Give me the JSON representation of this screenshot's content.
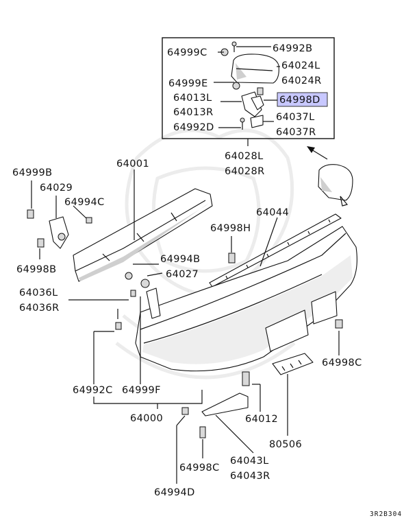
{
  "diagram": {
    "highlight_color": "#c8c8ff",
    "reference_code": "3R2B304",
    "inset_labels": {
      "p64999C": "64999C",
      "p64992B": "64992B",
      "p64024L": "64024L",
      "p64024R": "64024R",
      "p64999E": "64999E",
      "p64013L": "64013L",
      "p64013R": "64013R",
      "p64998D": "64998D",
      "p64037L": "64037L",
      "p64037R": "64037R",
      "p64992D": "64992D",
      "p64028L": "64028L",
      "p64028R": "64028R"
    },
    "labels": {
      "p64999B": "64999B",
      "p64029": "64029",
      "p64994C": "64994C",
      "p64998B": "64998B",
      "p64001": "64001",
      "p64044": "64044",
      "p64998H": "64998H",
      "p64994B": "64994B",
      "p64027": "64027",
      "p64036L": "64036L",
      "p64036R": "64036R",
      "p64998C_right": "64998C",
      "p64992C": "64992C",
      "p64999F": "64999F",
      "p64000": "64000",
      "p64012": "64012",
      "p80506": "80506",
      "p64043L": "64043L",
      "p64043R": "64043R",
      "p64998C_bottom": "64998C",
      "p64994D": "64994D"
    }
  }
}
